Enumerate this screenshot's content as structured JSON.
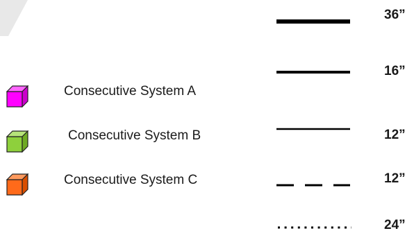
{
  "systems": [
    {
      "label": "Consecutive System A",
      "color": "#ff00ff",
      "icon": "cube-icon"
    },
    {
      "label": "Consecutive System B",
      "color": "#8ed03c",
      "icon": "cube-icon"
    },
    {
      "label": "Consecutive System C",
      "color": "#ff6a1a",
      "icon": "cube-icon"
    }
  ],
  "line_legend": [
    {
      "size": "36”",
      "style": "solid-thick"
    },
    {
      "size": "16”",
      "style": "solid"
    },
    {
      "size": "12”",
      "style": "solid-thin"
    },
    {
      "size": "12”",
      "style": "dashed"
    },
    {
      "size": "24”",
      "style": "dotted"
    }
  ]
}
